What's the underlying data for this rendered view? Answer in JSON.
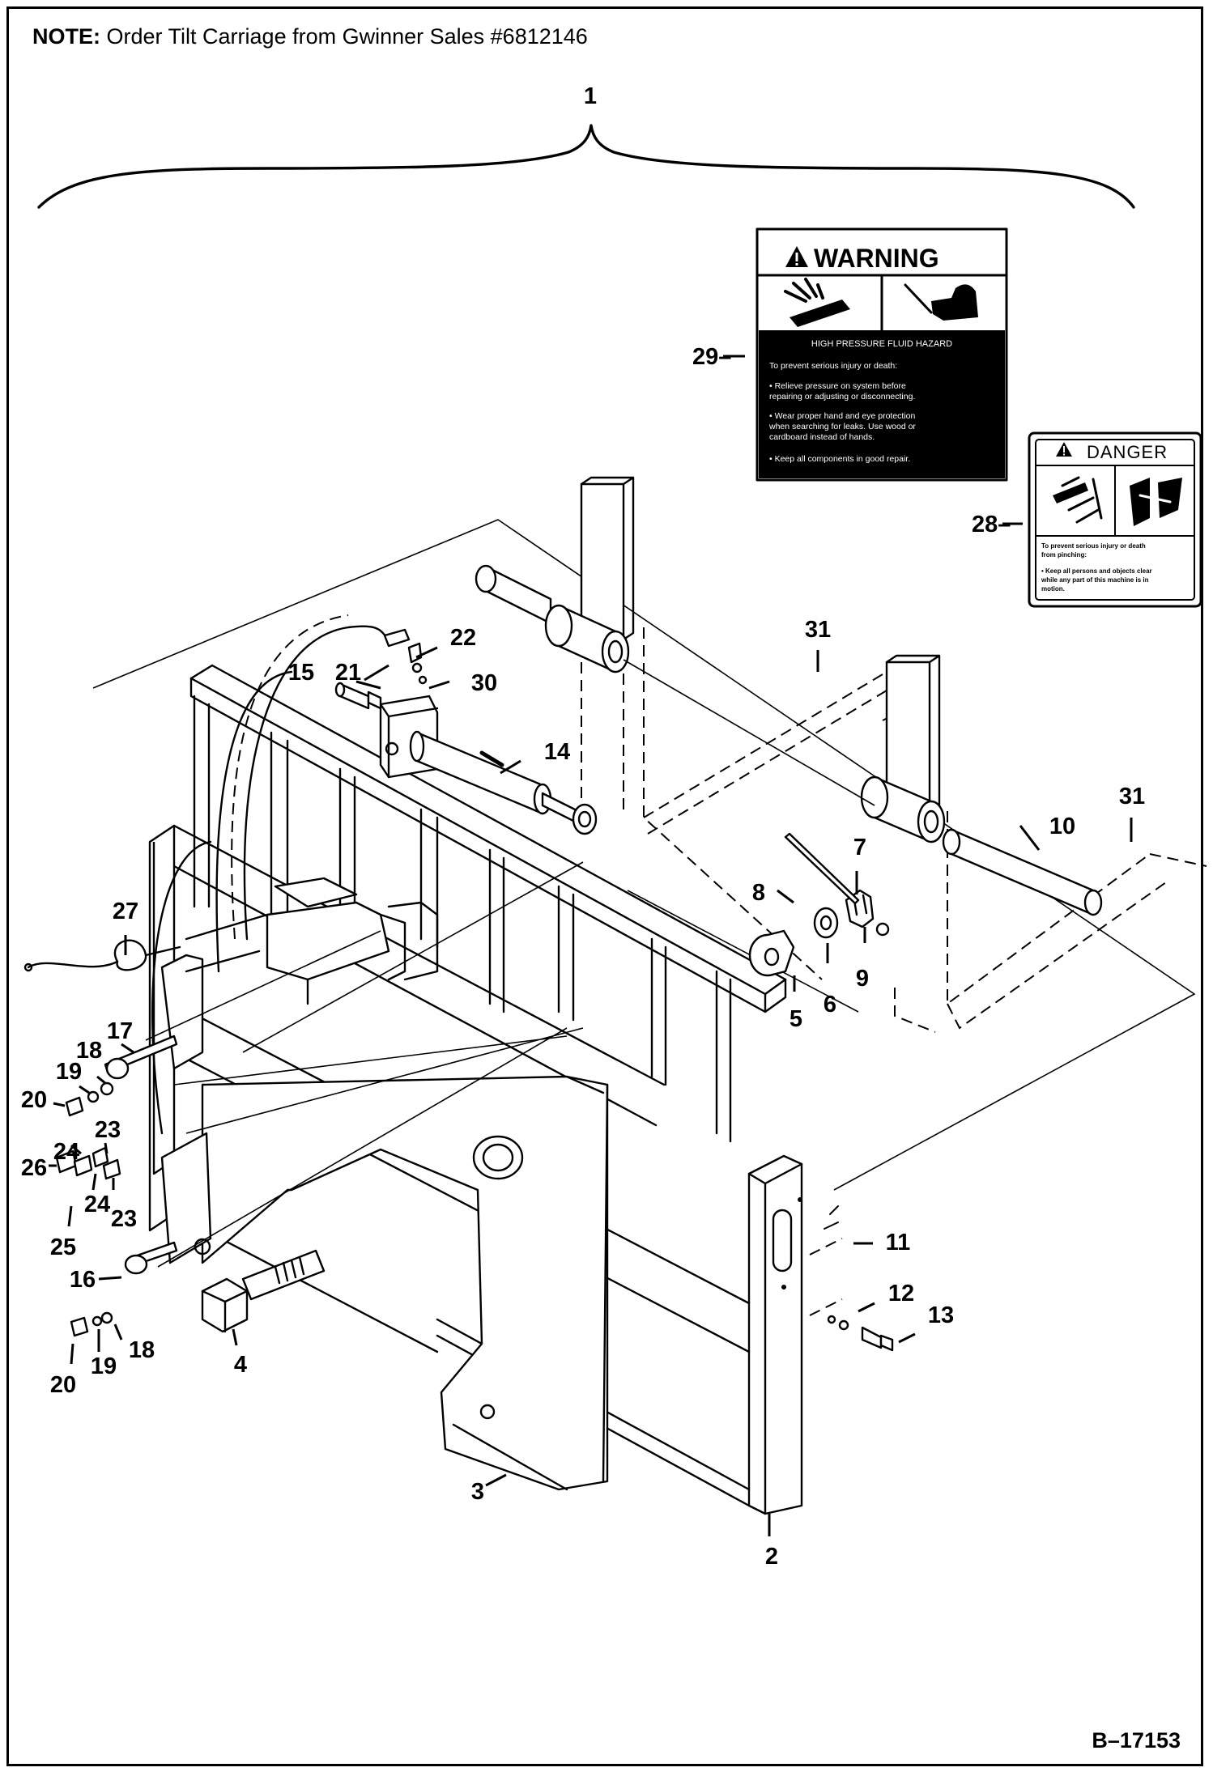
{
  "note": {
    "label": "NOTE:",
    "text": "Order Tilt Carriage from Gwinner Sales #6812146"
  },
  "drawing_id": "B–17153",
  "warning_decal": {
    "title": "WARNING",
    "heading": "HIGH PRESSURE FLUID HAZARD",
    "lines": [
      "To prevent serious injury or death:",
      "• Relieve pressure on system before",
      "  repairing or adjusting or disconnecting.",
      "• Wear proper hand and eye protection",
      "  when searching for leaks. Use wood or",
      "  cardboard instead of hands.",
      "• Keep all components in good repair."
    ]
  },
  "danger_decal": {
    "title": "DANGER",
    "lines": [
      "To prevent serious injury or death",
      "from pinching:",
      "• Keep all persons and objects clear",
      "  while any part of this machine is in",
      "  motion."
    ]
  },
  "callouts": {
    "c1": "1",
    "c2": "2",
    "c3": "3",
    "c4": "4",
    "c5": "5",
    "c6": "6",
    "c7": "7",
    "c8": "8",
    "c9": "9",
    "c10": "10",
    "c11": "11",
    "c12": "12",
    "c13": "13",
    "c14": "14",
    "c15": "15",
    "c16": "16",
    "c17": "17",
    "c18a": "18",
    "c18b": "18",
    "c19a": "19",
    "c19b": "19",
    "c20a": "20",
    "c20b": "20",
    "c21": "21",
    "c22": "22",
    "c23a": "23",
    "c23b": "23",
    "c24a": "24",
    "c24b": "24",
    "c25": "25",
    "c26": "26",
    "c27": "27",
    "c28": "28–",
    "c29": "29–",
    "c30": "30",
    "c31a": "31",
    "c31b": "31"
  },
  "icons": {
    "warning": "warning-triangle-icon",
    "danger": "warning-triangle-icon",
    "spray": "high-pressure-spray-icon",
    "glove": "protective-glove-icon",
    "pinch": "pinch-point-icon"
  }
}
